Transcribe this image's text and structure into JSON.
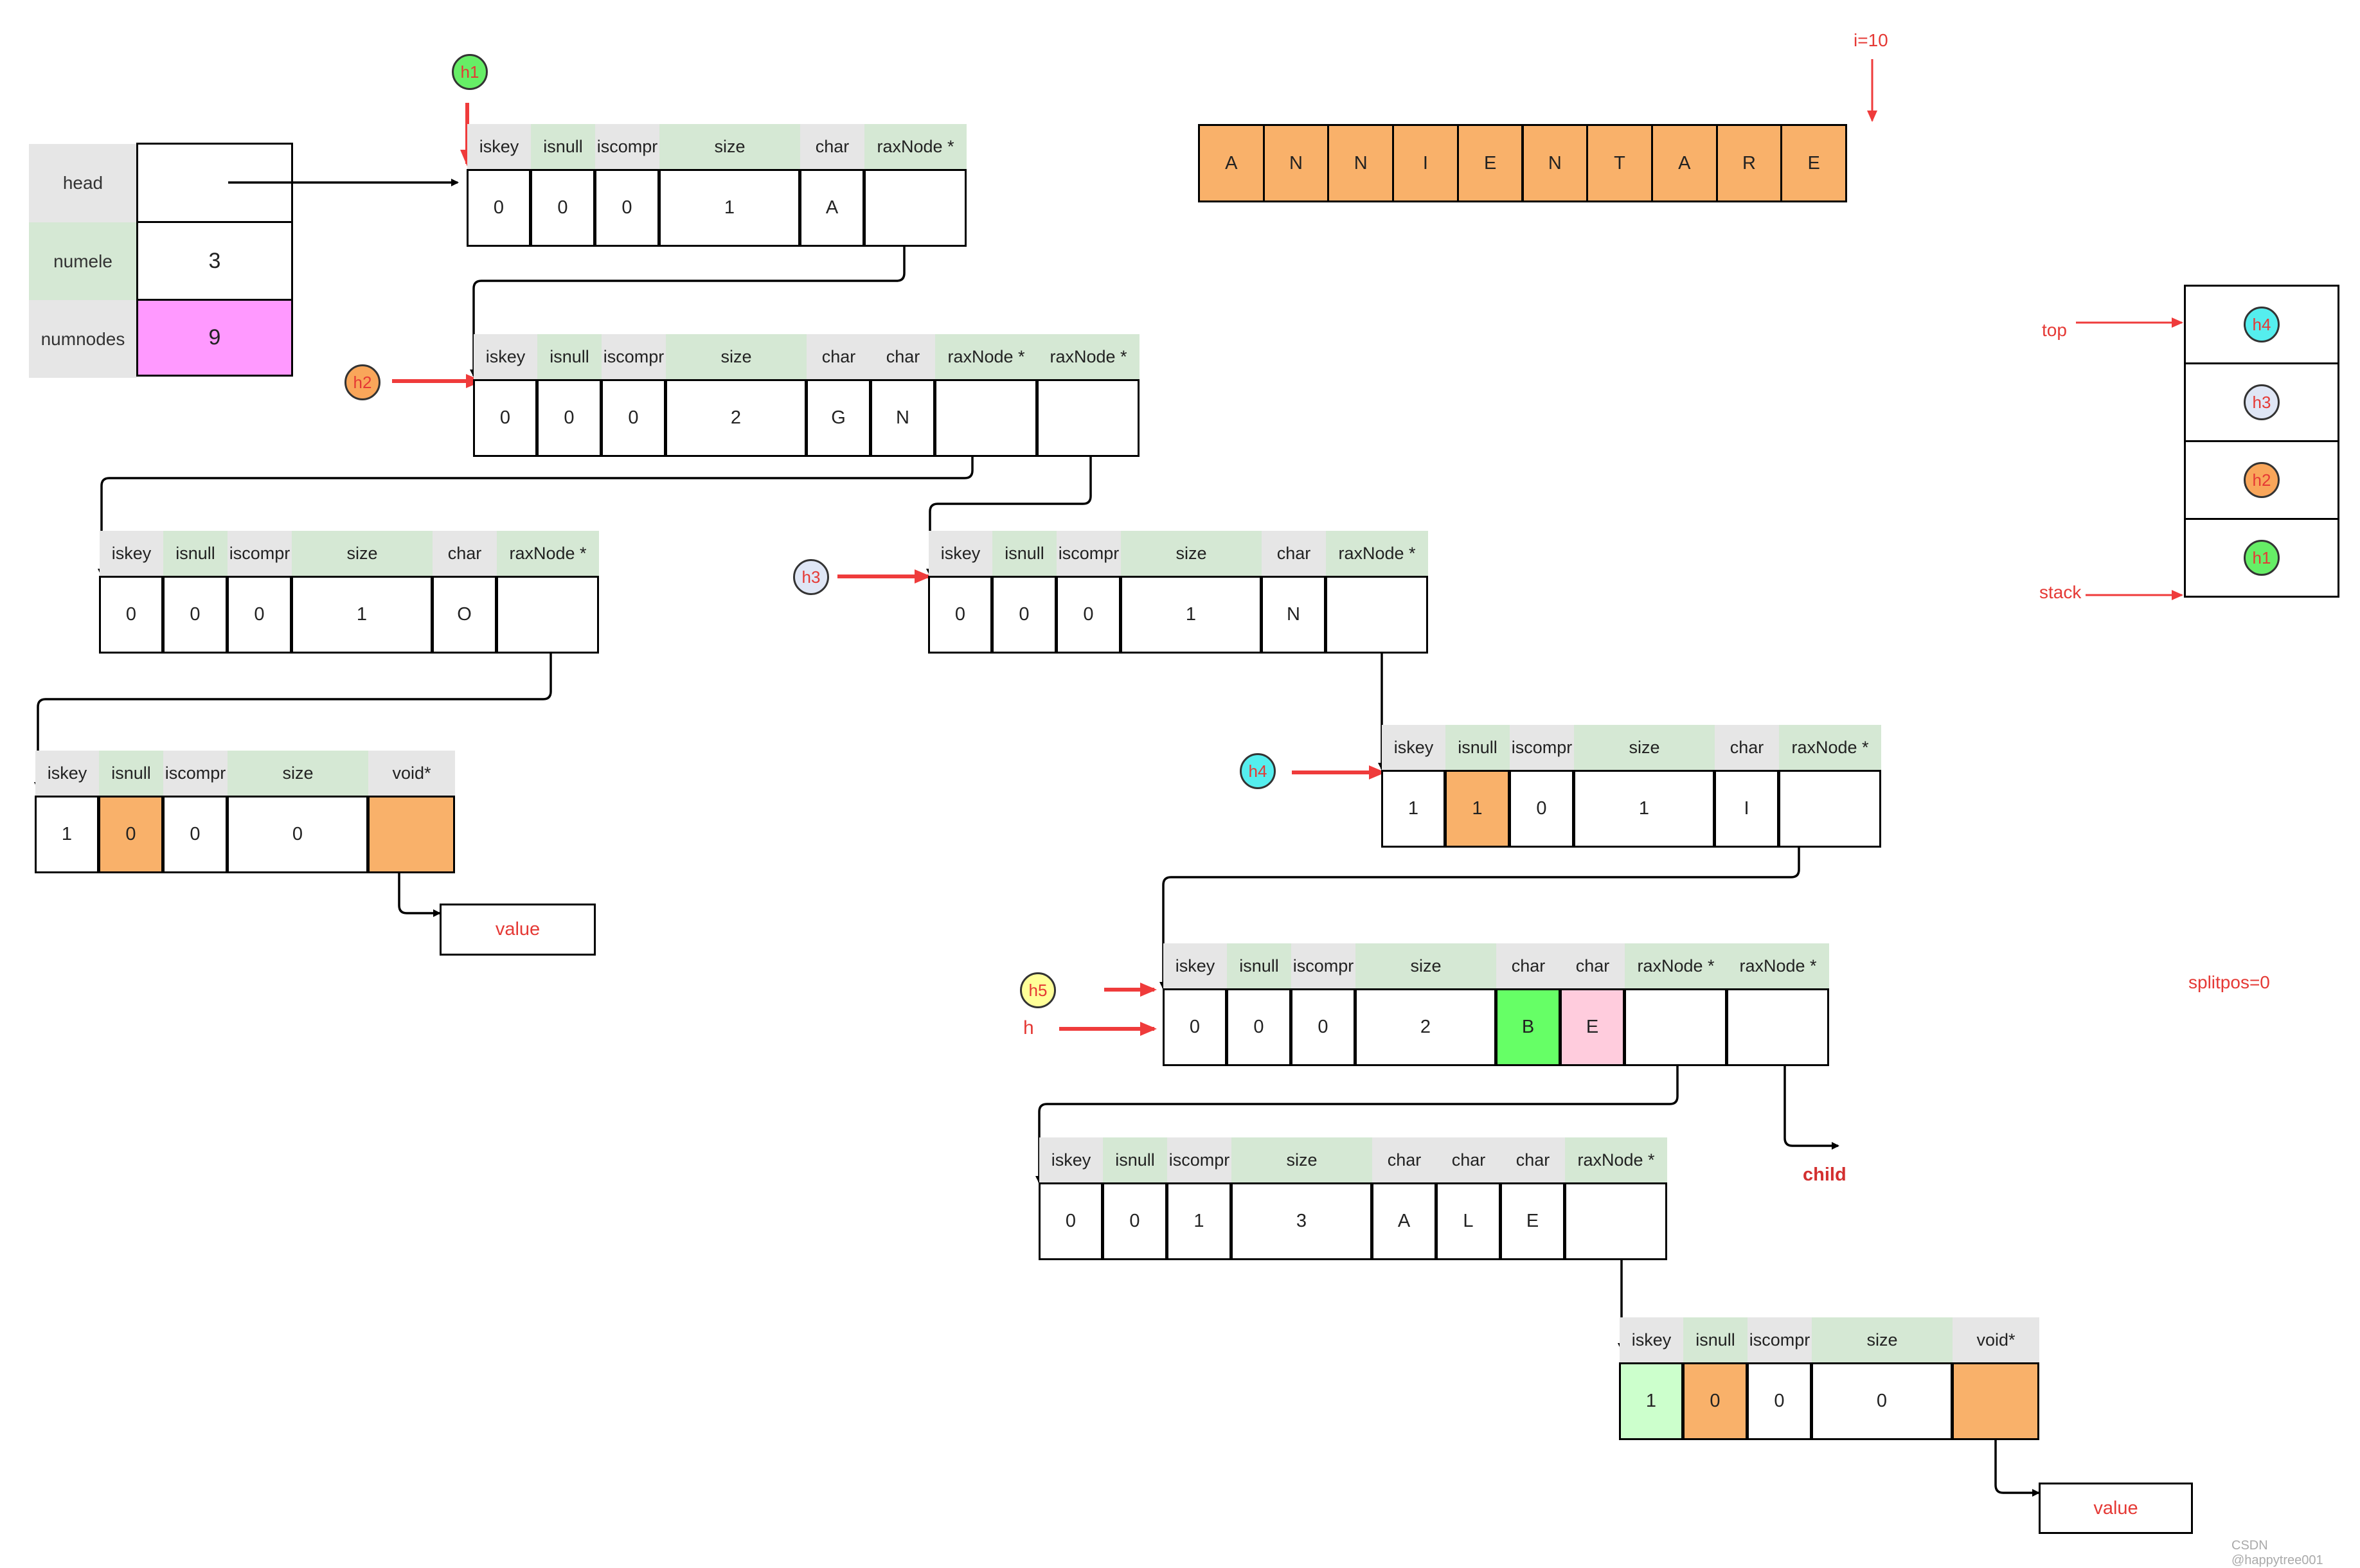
{
  "header_labels": {
    "iskey": "iskey",
    "isnull": "isnull",
    "iscompr": "iscompr",
    "size": "size",
    "char": "char",
    "raxNode": "raxNode *",
    "void": "void*"
  },
  "rax_table": {
    "labels": [
      "head",
      "numele",
      "numnodes"
    ],
    "values": [
      "",
      "3",
      "9"
    ]
  },
  "nodes": [
    {
      "id": "n1",
      "cells": [
        [
          "iskey",
          "0"
        ],
        [
          "isnull",
          "0"
        ],
        [
          "iscompr",
          "0"
        ],
        [
          "size",
          "1"
        ],
        [
          "char",
          "A"
        ],
        [
          "raxNode",
          ""
        ]
      ]
    },
    {
      "id": "n2",
      "cells": [
        [
          "iskey",
          "0"
        ],
        [
          "isnull",
          "0"
        ],
        [
          "iscompr",
          "0"
        ],
        [
          "size",
          "2"
        ],
        [
          "char",
          "G"
        ],
        [
          "char",
          "N"
        ],
        [
          "raxNode",
          ""
        ],
        [
          "raxNode",
          ""
        ]
      ]
    },
    {
      "id": "n3",
      "cells": [
        [
          "iskey",
          "0"
        ],
        [
          "isnull",
          "0"
        ],
        [
          "iscompr",
          "0"
        ],
        [
          "size",
          "1"
        ],
        [
          "char",
          "O"
        ],
        [
          "raxNode",
          ""
        ]
      ]
    },
    {
      "id": "n4",
      "cells": [
        [
          "iskey",
          "1"
        ],
        [
          "isnull",
          "0"
        ],
        [
          "iscompr",
          "0"
        ],
        [
          "size",
          "0"
        ],
        [
          "void",
          ""
        ]
      ]
    },
    {
      "id": "n5",
      "cells": [
        [
          "iskey",
          "0"
        ],
        [
          "isnull",
          "0"
        ],
        [
          "iscompr",
          "0"
        ],
        [
          "size",
          "1"
        ],
        [
          "char",
          "N"
        ],
        [
          "raxNode",
          ""
        ]
      ]
    },
    {
      "id": "n6",
      "cells": [
        [
          "iskey",
          "1"
        ],
        [
          "isnull",
          "1"
        ],
        [
          "iscompr",
          "0"
        ],
        [
          "size",
          "1"
        ],
        [
          "char",
          "I"
        ],
        [
          "raxNode",
          ""
        ]
      ]
    },
    {
      "id": "n7",
      "cells": [
        [
          "iskey",
          "0"
        ],
        [
          "isnull",
          "0"
        ],
        [
          "iscompr",
          "0"
        ],
        [
          "size",
          "2"
        ],
        [
          "char",
          "B"
        ],
        [
          "char",
          "E"
        ],
        [
          "raxNode",
          ""
        ],
        [
          "raxNode",
          ""
        ]
      ]
    },
    {
      "id": "n8",
      "cells": [
        [
          "iskey",
          "0"
        ],
        [
          "isnull",
          "0"
        ],
        [
          "iscompr",
          "1"
        ],
        [
          "size",
          "3"
        ],
        [
          "char",
          "A"
        ],
        [
          "char",
          "L"
        ],
        [
          "char",
          "E"
        ],
        [
          "raxNode",
          ""
        ]
      ]
    },
    {
      "id": "n9",
      "cells": [
        [
          "iskey",
          "1"
        ],
        [
          "isnull",
          "0"
        ],
        [
          "iscompr",
          "0"
        ],
        [
          "size",
          "0"
        ],
        [
          "void",
          ""
        ]
      ]
    }
  ],
  "key_array": [
    "A",
    "N",
    "N",
    "I",
    "E",
    "N",
    "T",
    "A",
    "R",
    "E"
  ],
  "index_label": "i=10",
  "splitpos_label": "splitpos=0",
  "handles": [
    "h1",
    "h2",
    "h3",
    "h4",
    "h5"
  ],
  "h_label": "h",
  "stack": {
    "items": [
      "h4",
      "h3",
      "h2",
      "h1"
    ],
    "top_label": "top",
    "stack_label": "stack"
  },
  "value_label": "value",
  "child_label": "child",
  "watermark": "CSDN @happytree001",
  "colors": {
    "header_gray": "#e6e6e6",
    "header_green": "#d5e8d4",
    "orange": "#f9b16a",
    "magenta": "#ff99ff",
    "pink": "#ffccdd",
    "bright_green": "#66ff66",
    "light_green": "#ccffcc",
    "arrow_red": "#ef3b3b",
    "h1": "#66ee66",
    "h2": "#f9a65a",
    "h3": "#dfe6f5",
    "h4": "#55eeee",
    "h5": "#ffff99"
  }
}
